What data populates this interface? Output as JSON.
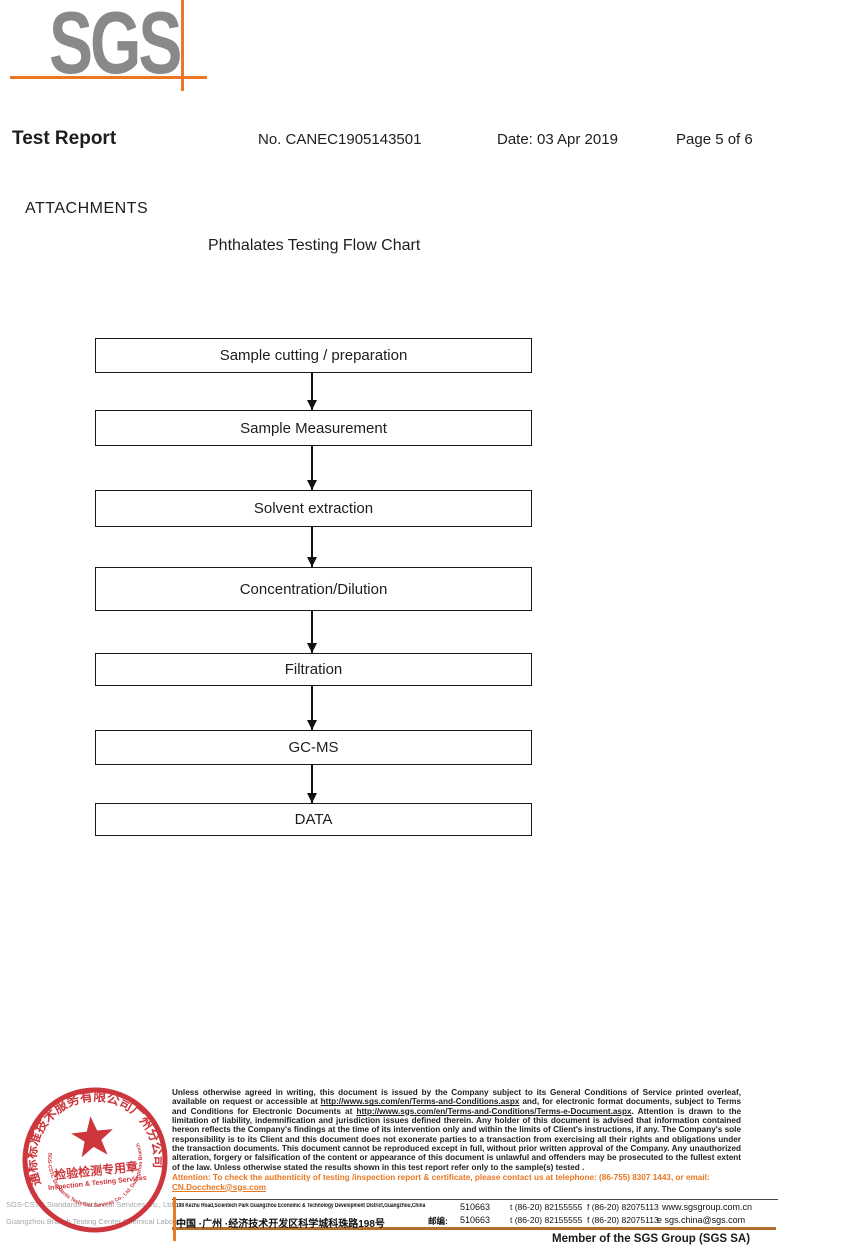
{
  "logo": {
    "text": "SGS"
  },
  "header": {
    "title": "Test Report",
    "report_no": "No. CANEC1905143501",
    "date": "Date: 03 Apr 2019",
    "page": "Page 5 of 6"
  },
  "attachments_label": "ATTACHMENTS",
  "flowchart": {
    "title": "Phthalates Testing Flow Chart",
    "steps": [
      {
        "label": "Sample cutting / preparation"
      },
      {
        "label": "Sample Measurement"
      },
      {
        "label": "Solvent extraction"
      },
      {
        "label": "Concentration/Dilution"
      },
      {
        "label": "Filtration"
      },
      {
        "label": "GC-MS"
      },
      {
        "label": "DATA"
      }
    ]
  },
  "stamp": {
    "ring_text": "通标标准技术服务有限公司广州分公司",
    "inner_ring_text": "SGS-CSTC Standards Technical Services Co., Ltd. Guangzhou Branch",
    "line1": "检验检测专用章",
    "line2": "Inspection & Testing Services",
    "color": "#c8252c"
  },
  "footer": {
    "company_line1": "SGS-CSTC Standards Technical Services Co., Ltd.",
    "company_line2": "Guangzhou Branch Testing Center Chemical Laboratory.",
    "legal": {
      "part1": "Unless otherwise agreed in writing, this document is issued by the Company subject to its General Conditions of Service printed overleaf, available on request or accessible at ",
      "link1": "http://www.sgs.com/en/Terms-and-Conditions.aspx",
      "part2": " and, for electronic format documents, subject to Terms and Conditions for Electronic Documents at ",
      "link2": "http://www.sgs.com/en/Terms-and-Conditions/Terms-e-Document.aspx",
      "part3": ". Attention is drawn to the limitation of liability, indemnification and jurisdiction issues defined therein. Any holder of this document is advised that information contained hereon reflects the Company's findings at the time of its intervention only and within the limits of Client's instructions, if any. The Company's sole responsibility is to its Client and this document does not exonerate parties to a transaction from exercising all their rights and obligations under the transaction documents. This document cannot be reproduced except in full, without prior written approval of the Company. Any unauthorized alteration, forgery or falsification of the content or appearance of this document is unlawful and offenders may be prosecuted to the fullest extent of the law. Unless otherwise stated the results shown in this test report refer only to the sample(s) tested ."
    },
    "attention": {
      "text": "Attention: To check the authenticity of testing /inspection report & certificate, please contact us at telephone: (86-755) 8307 1443, or email: ",
      "email": "CN.Doccheck@sgs.com"
    },
    "address": {
      "row1": {
        "street": "198 Kezhu Road,Scientech Park Guangzhou Economic & Technology Development District,Guangzhou,China",
        "postal": "510663",
        "tel": "t (86-20) 82155555",
        "fax": "f (86-20) 82075113",
        "web": "www.sgsgroup.com.cn"
      },
      "row2": {
        "street": "中国 ·广州 ·经济技术开发区科学城科珠路198号",
        "postal_label": "邮编:",
        "postal": "510663",
        "tel": "t (86-20) 82155555",
        "fax": "f (86-20) 82075113",
        "email": "e  sgs.china@sgs.com"
      }
    },
    "member": "Member of the SGS Group (SGS SA)"
  },
  "colors": {
    "accent_orange": "#ee7623",
    "footer_line_orange": "#b3702c",
    "stamp_red": "#c8252c",
    "logo_gray": "#87898b"
  }
}
